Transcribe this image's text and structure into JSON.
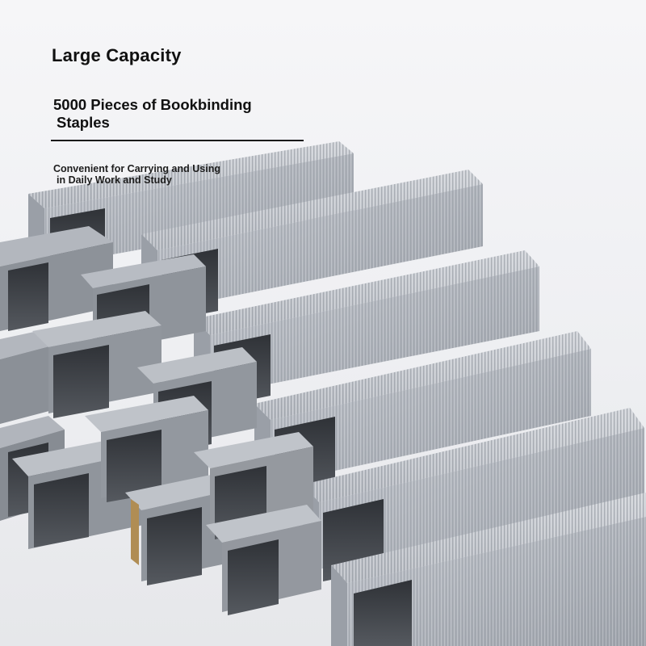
{
  "heading": "Large Capacity",
  "subheading_line1": "5000 Pieces of Bookbinding",
  "subheading_line2": "Staples",
  "description_line1": "Convenient for Carrying and Using",
  "description_line2": "in Daily Work and Study",
  "colors": {
    "background": "#f1f2f4",
    "staple_top": "#c8ccd3",
    "staple_face": "#a9aeb6",
    "staple_dark": "#4a4e55",
    "text": "#111111"
  }
}
